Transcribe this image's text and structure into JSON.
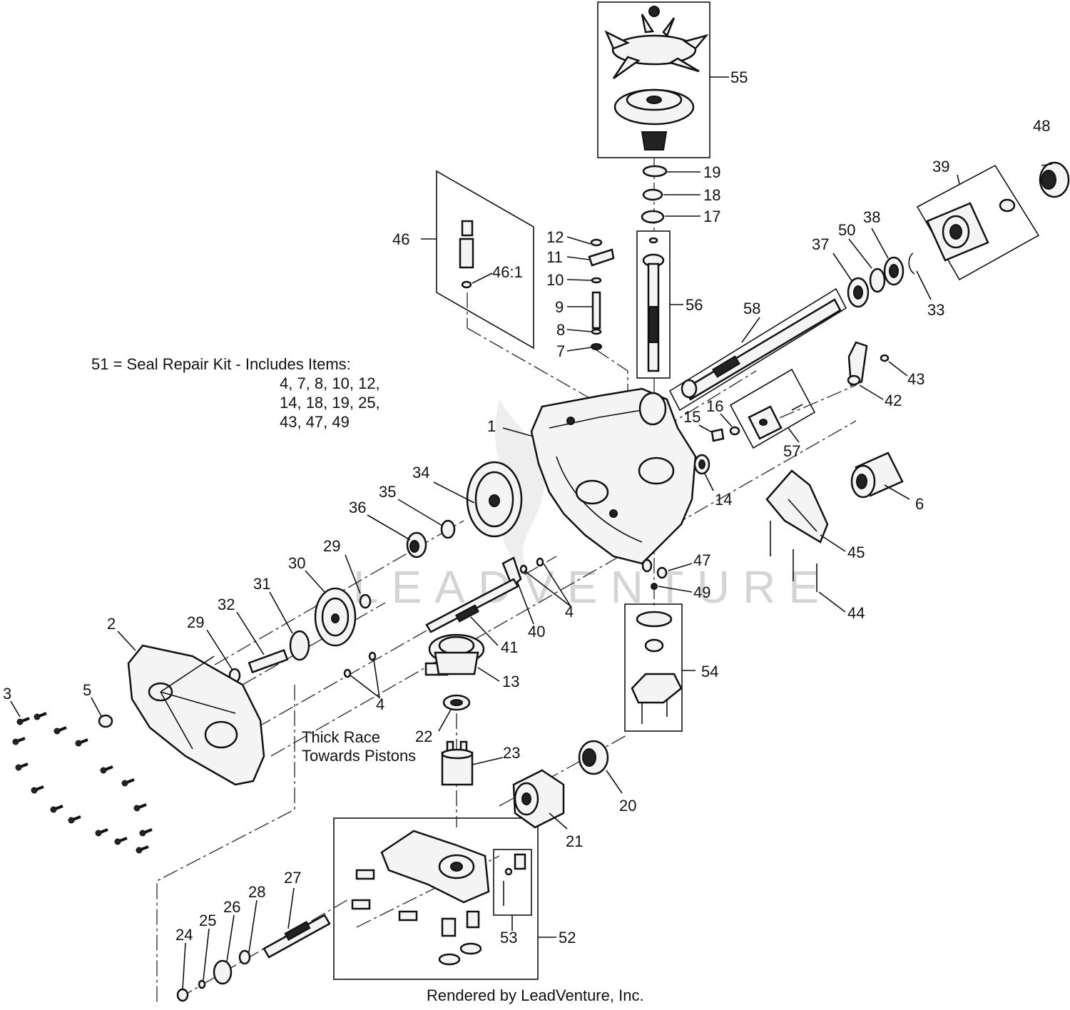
{
  "watermark": "LEADVENTURE",
  "footer": "Rendered by LeadVenture, Inc.",
  "seal_kit_note": {
    "line1": "51  = Seal Repair Kit - Includes Items:",
    "line2": "4, 7, 8, 10, 12,",
    "line3": "14, 18, 19, 25,",
    "line4": "43, 47, 49"
  },
  "race_note": {
    "line1": "Thick Race",
    "line2": "Towards Pistons"
  },
  "callouts": [
    "55",
    "19",
    "18",
    "17",
    "48",
    "39",
    "46",
    "46:1",
    "12",
    "11",
    "10",
    "9",
    "8",
    "7",
    "56",
    "58",
    "37",
    "50",
    "38",
    "33",
    "43",
    "42",
    "15",
    "16",
    "57",
    "1",
    "14",
    "6",
    "34",
    "35",
    "36",
    "45",
    "47",
    "49",
    "44",
    "29",
    "30",
    "31",
    "32",
    "29",
    "2",
    "41",
    "40",
    "4",
    "4",
    "13",
    "54",
    "3",
    "5",
    "22",
    "23",
    "20",
    "21",
    "53",
    "52",
    "27",
    "28",
    "26",
    "25",
    "24"
  ]
}
